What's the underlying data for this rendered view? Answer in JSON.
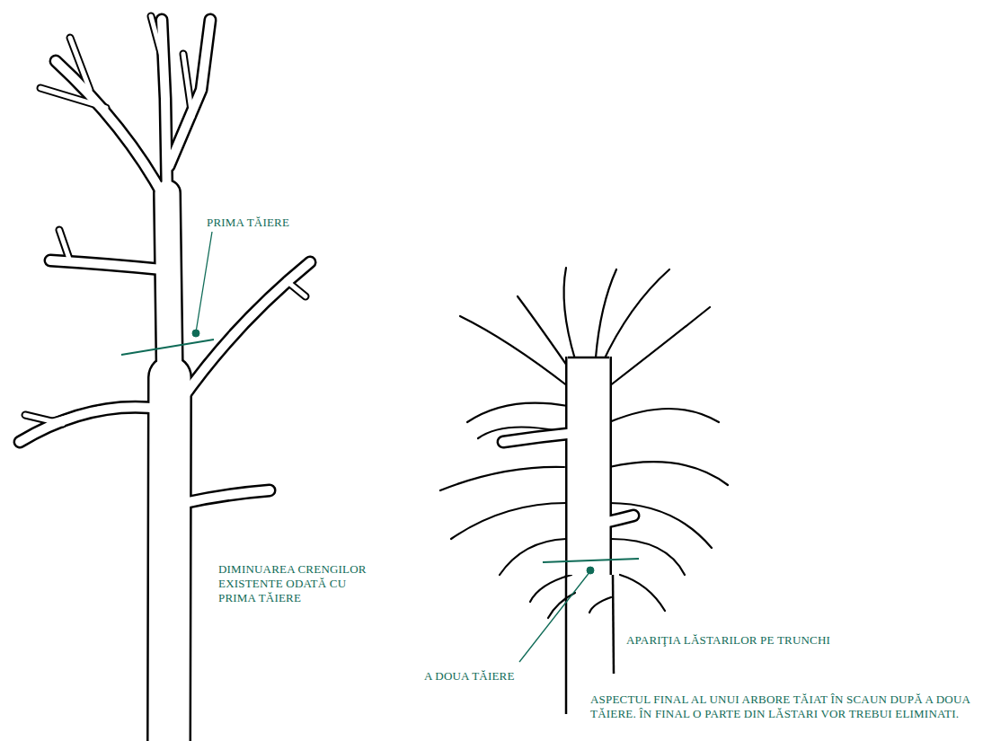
{
  "diagram": {
    "labels": [
      "PRIMA TĂIERE",
      "DIMINUAREA CRENGILOR EXISTENTE ODATĂ CU PRIMA TĂIERE",
      "APARIŢIA LĂSTARILOR PE TRUNCHI",
      "A DOUA TĂIERE",
      "ASPECTUL FINAL AL UNUI ARBORE TĂIAT ÎN SCAUN DUPĂ A DOUA TĂIERE. ÎN FINAL O PARTE DIN LĂSTARI VOR TREBUI ELIMINATI."
    ]
  }
}
